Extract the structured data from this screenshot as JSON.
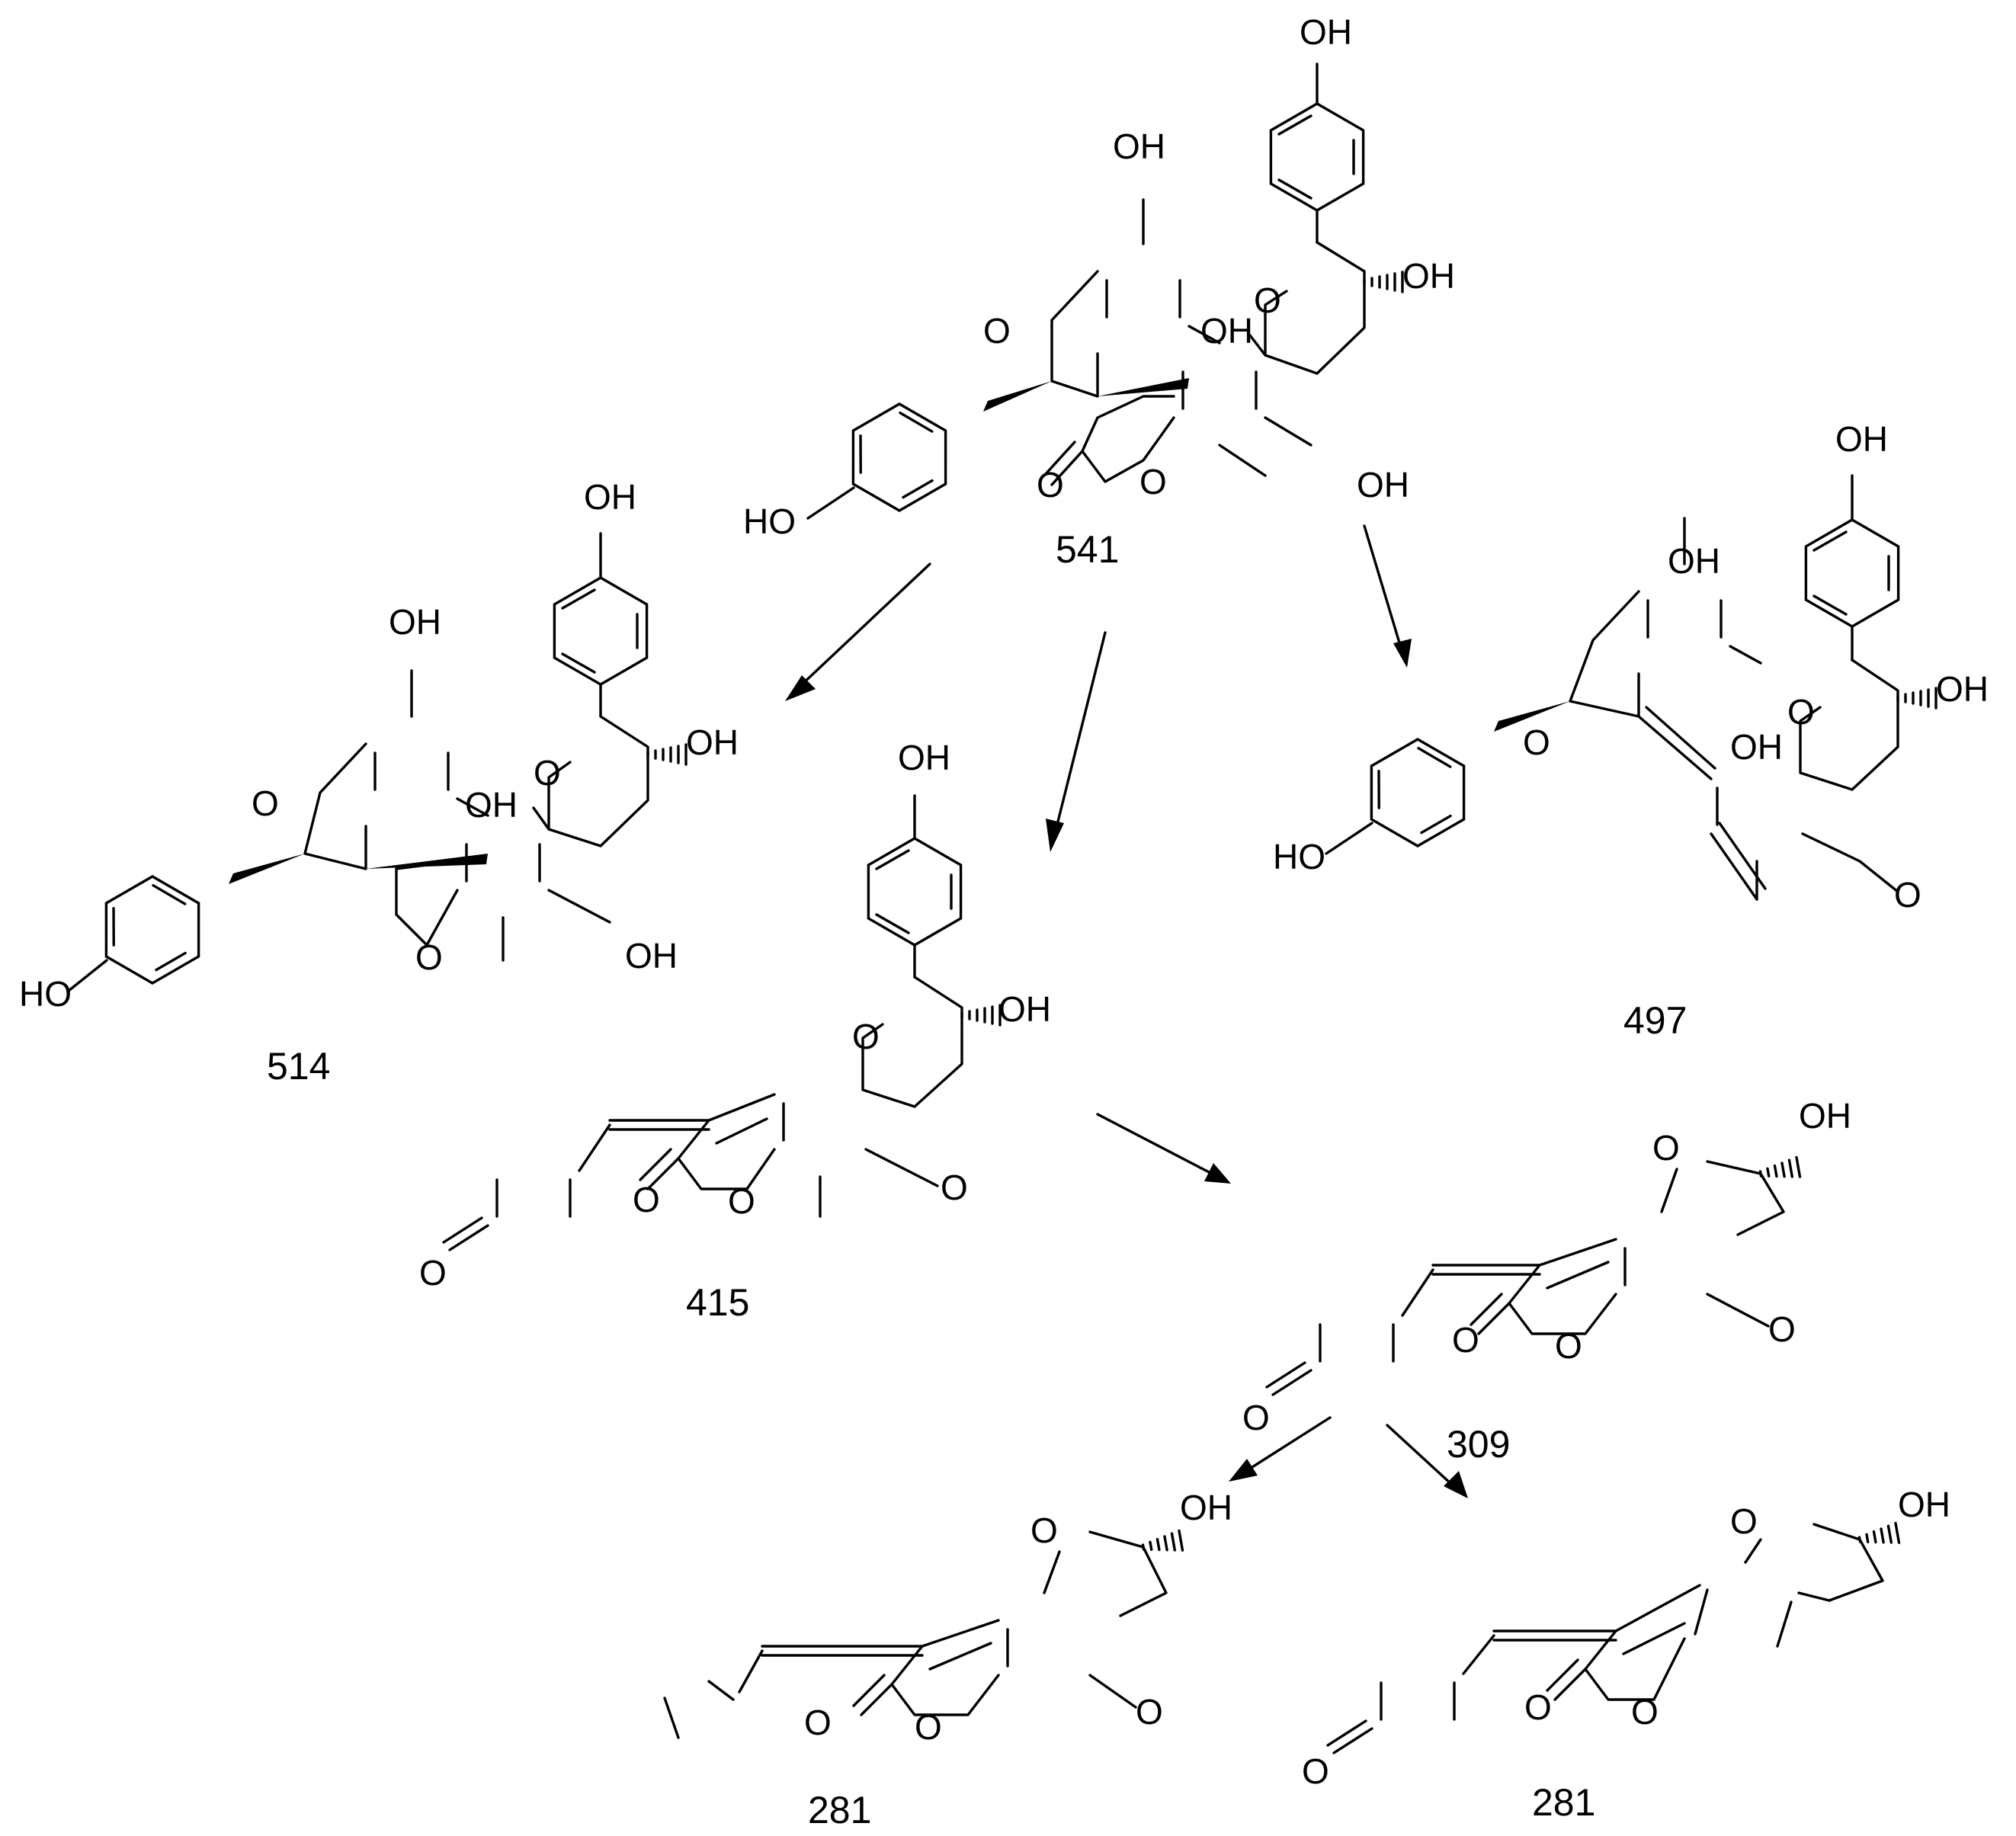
{
  "atoms": {
    "hydroxyl": "OH",
    "hydroxyl_left": "HO",
    "oxygen": "O"
  },
  "compounds": [
    {
      "id": "c541",
      "label": "541"
    },
    {
      "id": "c514",
      "label": "514"
    },
    {
      "id": "c497",
      "label": "497"
    },
    {
      "id": "c415",
      "label": "415"
    },
    {
      "id": "c309",
      "label": "309"
    },
    {
      "id": "c281a",
      "label": "281"
    },
    {
      "id": "c281b",
      "label": "281"
    }
  ],
  "colors": {
    "ink": "#000000",
    "background": "#ffffff"
  }
}
